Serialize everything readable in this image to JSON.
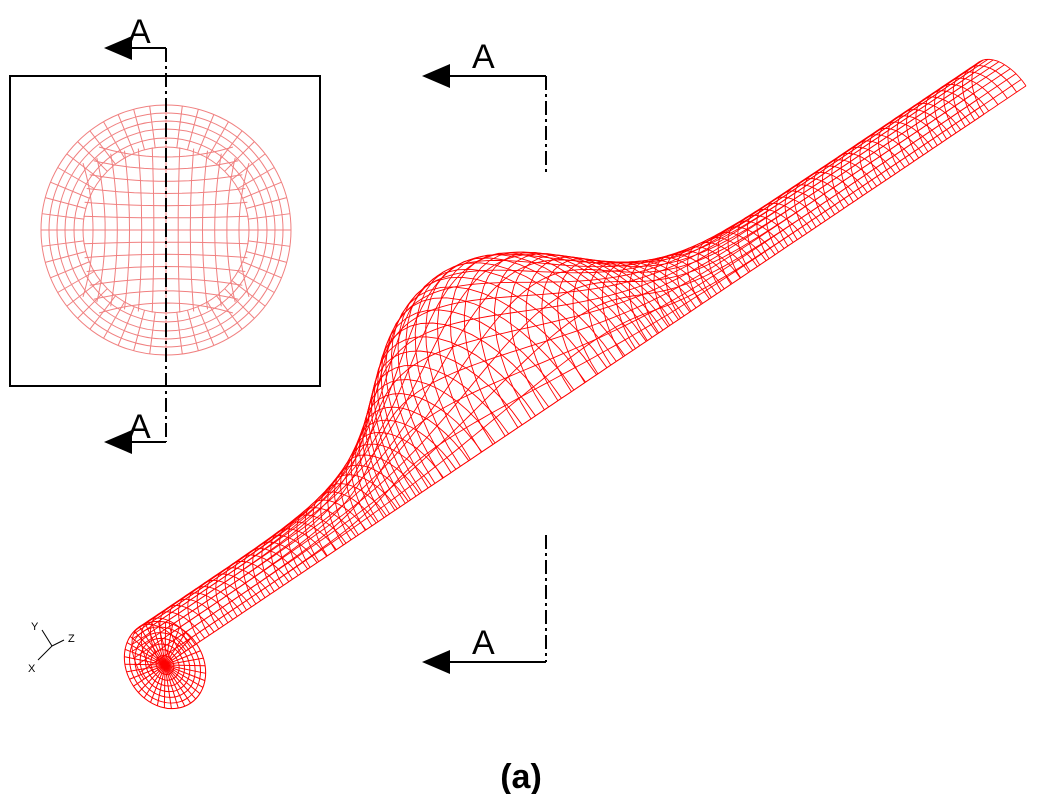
{
  "section_labels": {
    "inset_top": "A",
    "inset_bottom": "A",
    "main_top": "A",
    "main_bottom": "A"
  },
  "axis_triad": {
    "y": "Y",
    "z": "Z",
    "x": "X"
  },
  "caption": "(a)",
  "colors": {
    "mesh": "#ff0000",
    "inset_mesh": "#f08080",
    "lines": "#000000"
  }
}
